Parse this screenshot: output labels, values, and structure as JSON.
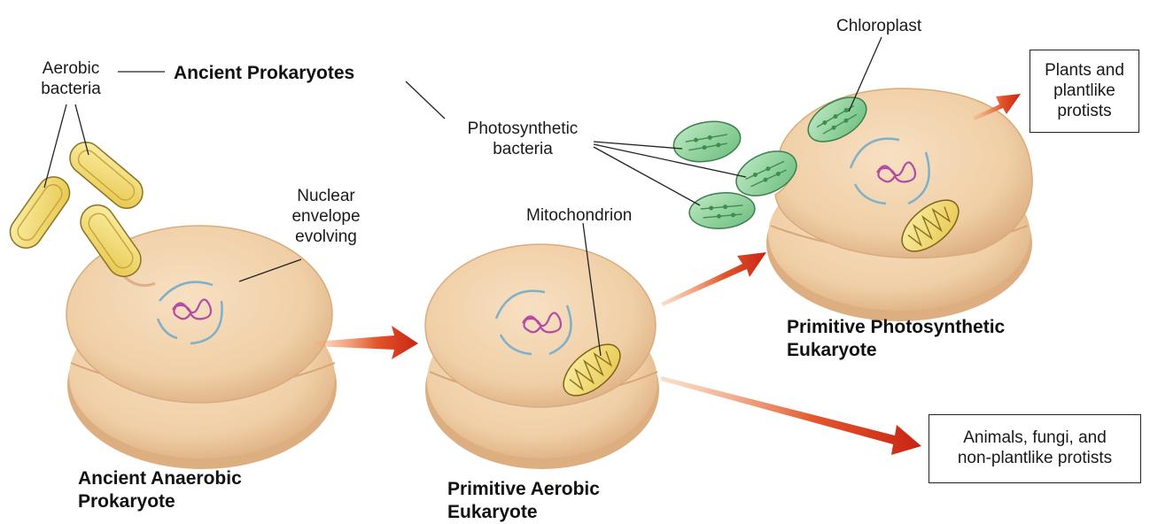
{
  "labels": {
    "aerobic_bacteria": "Aerobic\nbacteria",
    "ancient_prokaryotes": "Ancient Prokaryotes",
    "photosynthetic_bacteria": "Photosynthetic\nbacteria",
    "nuclear_envelope": "Nuclear\nenvelope\nevolving",
    "mitochondrion": "Mitochondrion",
    "chloroplast": "Chloroplast"
  },
  "stages": {
    "anaerobic": "Ancient Anaerobic\nProkaryote",
    "aerobic": "Primitive Aerobic\nEukaryote",
    "photosynthetic": "Primitive Photosynthetic\nEukaryote"
  },
  "outcomes": {
    "plants": "Plants and\nplantlike\nprotists",
    "animals": "Animals, fungi, and\nnon-plantlike protists"
  },
  "colors": {
    "cell_fill": "#f3d3ae",
    "cell_shade": "#e2b88c",
    "bacteria_yellow": "#f3dc78",
    "bacteria_green": "#8ed39c",
    "arrow_red": "#d8341e",
    "nucleus_line": "#8ab3c8",
    "dna_purple": "#b44ba3"
  }
}
